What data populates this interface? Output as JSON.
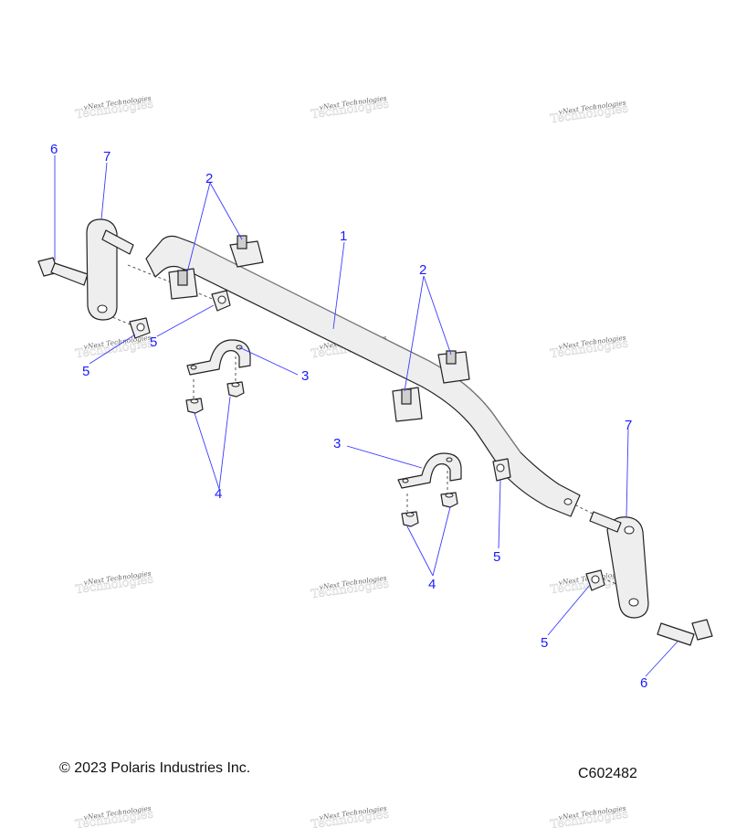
{
  "callouts": [
    "1",
    "2",
    "2",
    "3",
    "3",
    "4",
    "4",
    "5",
    "5",
    "5",
    "5",
    "6",
    "6",
    "7",
    "7"
  ],
  "watermark": "vNext Technologies",
  "footer": {
    "copyright": "© 2023 Polaris Industries Inc.",
    "figure_id": "C602482"
  }
}
